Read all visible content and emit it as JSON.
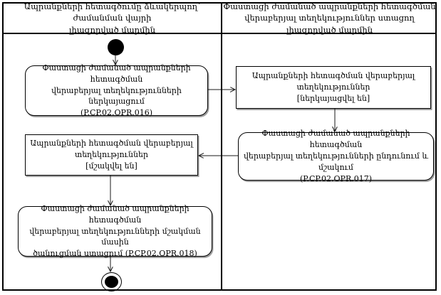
{
  "diagram": {
    "type": "uml-activity-swimlane",
    "colors": {
      "background": "#ffffff",
      "border": "#000000",
      "text": "#000000",
      "shadow": "#9e9e9e"
    },
    "lanes": {
      "left": {
        "title": "Ապրանքների հետագծումը ձևակերպող՝ ժամանման վայրի\nլիազորված մարմին"
      },
      "right": {
        "title": "Փաստացի ժամանած ապրանքների հետագծման\nվերաբերյալ տեղեկություններ ստացող լիազորված մարմին"
      }
    },
    "nodes": {
      "start": {
        "type": "initial-node"
      },
      "submit_info": {
        "type": "activity",
        "lane": "left",
        "label": "Փաստացի ժամանած ապրանքների հետագծման\nվերաբերյալ տեղեկությունների ներկայացում\n(P.CP.02.OPR.016)",
        "code": "P.CP.02.OPR.016"
      },
      "info_submitted": {
        "type": "object",
        "lane": "right",
        "label": "Ապրանքների հետագծման վերաբերյալ\nտեղեկություններ\n[ներկայացվել են]",
        "state": "ներկայացվել են"
      },
      "receive_process_info": {
        "type": "activity",
        "lane": "right",
        "label": "Փաստացի ժամանած ապրանքների հետագծման\nվերաբերյալ տեղեկությունների ընդունում և\nմշակում\n(P.CP.02.OPR.017)",
        "code": "P.CP.02.OPR.017"
      },
      "info_processed": {
        "type": "object",
        "lane": "left",
        "label": "Ապրանքների հետագծման վերաբերյալ\nտեղեկություններ\n[մշակվել են]",
        "state": "մշակվել են"
      },
      "receive_notification": {
        "type": "activity",
        "lane": "left",
        "label": "Փաստացի ժամանած ապրանքների հետագծման\nվերաբերյալ տեղեկությունների մշակման մասին\nծանուցման ստացում (P.CP.02.OPR.018)",
        "code": "P.CP.02.OPR.018"
      },
      "end": {
        "type": "final-node"
      }
    },
    "flows": [
      "start -> submit_info",
      "submit_info -> info_submitted",
      "info_submitted -> receive_process_info",
      "receive_process_info -> info_processed",
      "info_processed -> receive_notification",
      "receive_notification -> end"
    ]
  }
}
